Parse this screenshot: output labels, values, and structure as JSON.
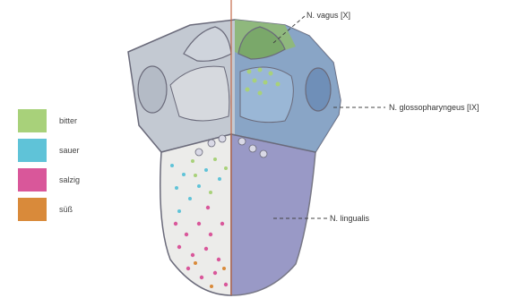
{
  "legend": {
    "items": [
      {
        "label": "bitter",
        "color": "#a8d17a"
      },
      {
        "label": "sauer",
        "color": "#5fc3d8"
      },
      {
        "label": "salzig",
        "color": "#d9579a"
      },
      {
        "label": "süß",
        "color": "#d98a3a"
      }
    ]
  },
  "nerves": {
    "vagus": "N. vagus [X]",
    "glossopharyngeus": "N. glossopharyngeus [IX]",
    "lingualis": "N. lingualis"
  },
  "colors": {
    "nerve_vagus_region": "#8fb879",
    "nerve_glossopharyngeus_region": "#7f9fc4",
    "nerve_lingualis_region": "#8f8fc0",
    "tongue_left": "#e9e9e6",
    "tongue_outline": "#6a6a7a",
    "midline": "#c46a4a"
  }
}
